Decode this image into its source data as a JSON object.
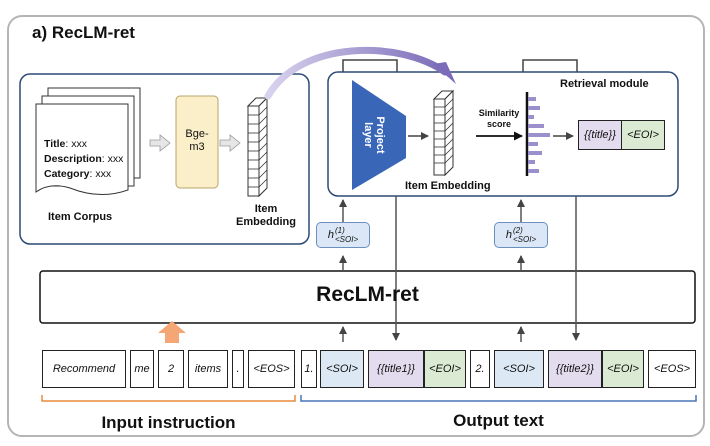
{
  "panel": {
    "title": "a) RecLM-ret"
  },
  "corpus": {
    "fields": [
      {
        "key": "Title",
        "value": ": xxx"
      },
      {
        "key": "Description",
        "value": ": xxx"
      },
      {
        "key": "Category",
        "value": ": xxx"
      }
    ],
    "label": "Item Corpus",
    "encoder_line1": "Bge-",
    "encoder_line2": "m3",
    "embedding_label_line1": "Item",
    "embedding_label_line2": "Embedding"
  },
  "retrieval": {
    "title": "Retrieval module",
    "project_line1": "Project",
    "project_line2": "layer",
    "embedding_label": "Item Embedding",
    "similarity_line1": "Similarity",
    "similarity_line2": "score",
    "result_title": "{{title}}",
    "result_eoi": "<EOI>"
  },
  "hidden_states": [
    {
      "base": "h",
      "sup": "(1)",
      "sub": "<SOI>"
    },
    {
      "base": "h",
      "sup": "(2)",
      "sub": "<SOI>"
    }
  ],
  "model": {
    "label": "RecLM-ret"
  },
  "input_tokens": [
    "Recommend",
    "me",
    "2",
    "items",
    ".",
    "<EOS>"
  ],
  "output_tokens": [
    "1.",
    "<SOI>",
    "{{title1}}",
    "<EOI>",
    "2.",
    "<SOI>",
    "{{title2}}",
    "<EOI>",
    "<EOS>"
  ],
  "labels": {
    "input": "Input instruction",
    "output": "Output text"
  },
  "colors": {
    "project_layer": "#3a66b8",
    "soi_fill": "#dde8f5",
    "eoi_fill": "#dbead2",
    "title_fill": "#e3dcef",
    "encoder_fill": "#fbefc9",
    "input_brace": "#e88a3c",
    "output_brace": "#4a73b8",
    "up_arrow": "#f4a774",
    "curve_arrow": "#8c7fc0"
  }
}
